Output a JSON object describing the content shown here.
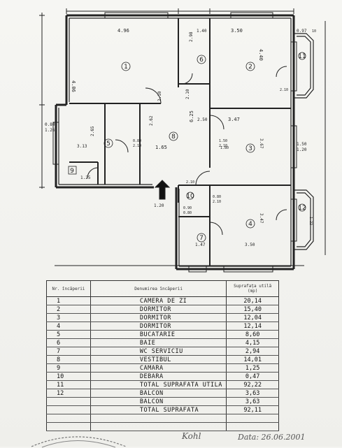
{
  "plan": {
    "dimensions": {
      "d_496": "4.96",
      "d_140": "1.40",
      "d_350": "3.50",
      "d_097": "0.97",
      "d_406": "4.06",
      "d_440": "4.40",
      "d_298": "2.98",
      "d_210a": "2.10",
      "d_210b": "2.10",
      "d_250": "2.50",
      "d_347": "3.47",
      "d_210c": "2.10",
      "d_262": "2.62",
      "d_313": "3.13",
      "d_265": "2.65",
      "d_080": "0.80",
      "d_210d": "2.10",
      "d_165": "1.65",
      "d_625": "6.25",
      "d_150": "1.50",
      "d_210e": "2.10",
      "d_367": "3.67",
      "d_080b": "0.80",
      "d_210f": "2.10",
      "d_125": "1.25",
      "d_090": "0.90",
      "d_080c": "0.80",
      "d_347b": "3.47",
      "d_350b": "3.50",
      "d_147": "1.47",
      "d_122": "1.22",
      "d_150b": "1.50",
      "d_120a": "1.20",
      "d_120b": "1.20",
      "d_126": "1.26",
      "d_180": "1.80",
      "d_210g": "2.10",
      "d_210h": "2.10",
      "d_10": "10"
    },
    "room_numbers": [
      "1",
      "2",
      "3",
      "4",
      "5",
      "6",
      "7",
      "8",
      "9",
      "10",
      "11",
      "12"
    ]
  },
  "table": {
    "headers": {
      "nr": "Nr. încăperii",
      "name": "Denumirea încăperii",
      "area": "Suprafața utilă (mp)"
    },
    "rows": [
      {
        "nr": "1",
        "name": "CAMERA DE ZI",
        "area": "20,14"
      },
      {
        "nr": "2",
        "name": "DORMITOR",
        "area": "15,40"
      },
      {
        "nr": "3",
        "name": "DORMITOR",
        "area": "12,04"
      },
      {
        "nr": "4",
        "name": "DORMITOR",
        "area": "12,14"
      },
      {
        "nr": "5",
        "name": "BUCATARIE",
        "area": "8,60"
      },
      {
        "nr": "6",
        "name": "BAIE",
        "area": "4,15"
      },
      {
        "nr": "7",
        "name": "WC SERVICIU",
        "area": "2,94"
      },
      {
        "nr": "8",
        "name": "VESTIBUL",
        "area": "14,01"
      },
      {
        "nr": "9",
        "name": "CAMARA",
        "area": "1,25"
      },
      {
        "nr": "10",
        "name": "DEBARA",
        "area": "0,47"
      },
      {
        "nr": "11",
        "name": "TOTAL SUPRAFATA UTILA",
        "area": "92,22"
      },
      {
        "nr": "12",
        "name": "BALCON",
        "area": "3,63"
      },
      {
        "nr": "",
        "name": "BALCON",
        "area": "3,63"
      },
      {
        "nr": "",
        "name": "TOTAL SUPRAFATA",
        "area": "92,11"
      }
    ]
  },
  "footer": {
    "signature": "Kohl",
    "date": "Data: 26.06.2001"
  }
}
